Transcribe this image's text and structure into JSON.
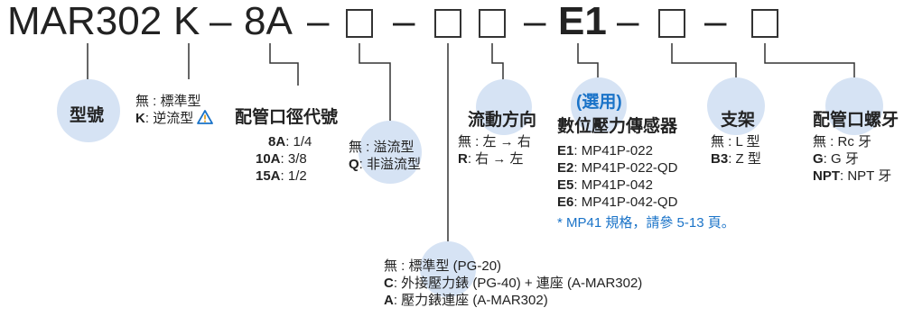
{
  "code": {
    "prefix": "MAR302",
    "k": "K",
    "dash": "–",
    "size": "8A",
    "e1": "E1"
  },
  "labels": {
    "model": "型號",
    "flow_type": {
      "lines": [
        {
          "key": "無",
          "sep": " : ",
          "val": "標準型"
        },
        {
          "key": "K",
          "sep": ": ",
          "val": "逆流型"
        }
      ]
    },
    "port_size": {
      "title": "配管口徑代號",
      "lines": [
        {
          "key": "8A",
          "val": ": 1/4"
        },
        {
          "key": "10A",
          "val": ": 3/8"
        },
        {
          "key": "15A",
          "val": ": 1/2"
        }
      ]
    },
    "overflow": {
      "lines": [
        {
          "key": "無",
          "val": " : 溢流型"
        },
        {
          "key": "Q",
          "val": ": 非溢流型"
        }
      ]
    },
    "gauge": {
      "lines": [
        {
          "key": "無",
          "val": " : 標準型 (PG-20)"
        },
        {
          "key": "C",
          "val": ": 外接壓力錶 (PG-40) + 連座 (A-MAR302)"
        },
        {
          "key": "A",
          "val": ": 壓力錶連座 (A-MAR302)"
        }
      ]
    },
    "flow_dir": {
      "title": "流動方向",
      "lines": [
        {
          "key": "無",
          "val": " : 左 → 右"
        },
        {
          "key": "R",
          "val": ": 右 → 左"
        }
      ]
    },
    "sensor": {
      "title_optional": "(選用)",
      "title": "數位壓力傳感器",
      "lines": [
        {
          "key": "E1",
          "val": ": MP41P-022"
        },
        {
          "key": "E2",
          "val": ": MP41P-022-QD"
        },
        {
          "key": "E5",
          "val": ": MP41P-042"
        },
        {
          "key": "E6",
          "val": ": MP41P-042-QD"
        }
      ],
      "note": "* MP41 規格，請參 5-13 頁。"
    },
    "bracket": {
      "title": "支架",
      "lines": [
        {
          "key": "無",
          "val": " : L 型"
        },
        {
          "key": "B3",
          "val": ": Z 型"
        }
      ]
    },
    "thread": {
      "title": "配管口螺牙",
      "lines": [
        {
          "key": "無",
          "val": " : Rc 牙"
        },
        {
          "key": "G",
          "val": ": G 牙"
        },
        {
          "key": "NPT",
          "val": ": NPT 牙"
        }
      ]
    }
  },
  "colors": {
    "circle": "#d6e3f4",
    "accent_blue": "#1a73c8",
    "warning": "#1a73c8"
  }
}
